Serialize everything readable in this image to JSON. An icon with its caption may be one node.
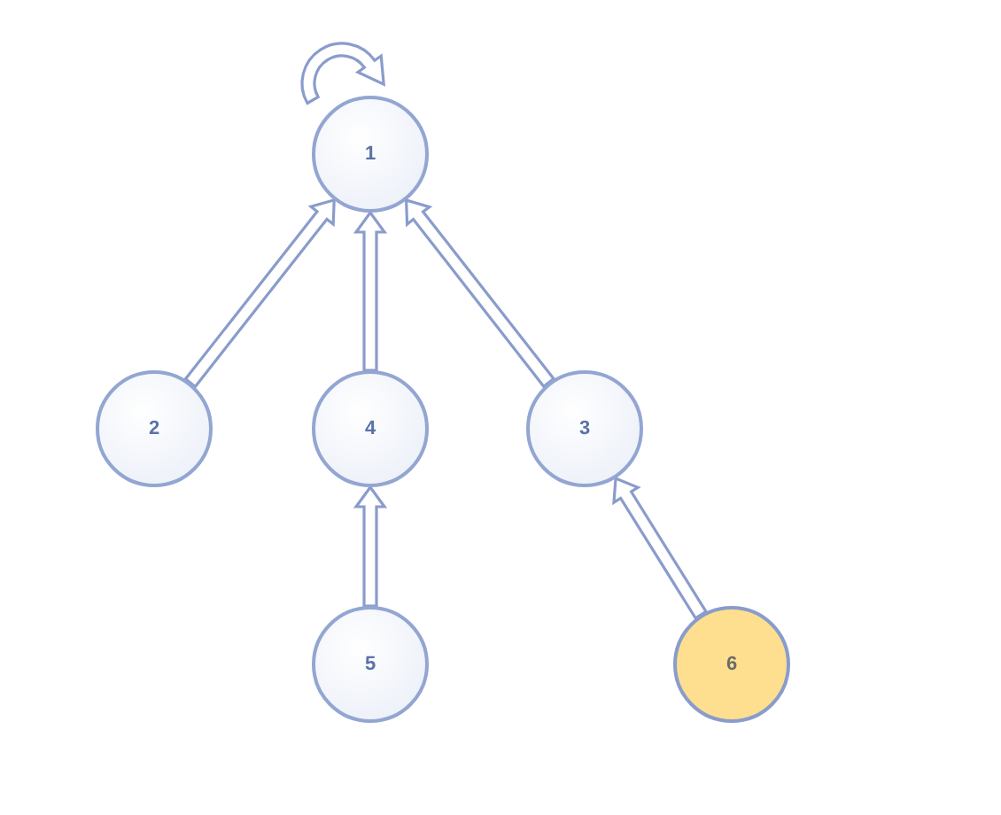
{
  "diagram": {
    "nodes": [
      {
        "text": [
          "1"
        ]
      },
      {
        "text": [
          "2"
        ]
      },
      {
        "text": [
          "4"
        ]
      },
      {
        "text": [
          "3"
        ]
      },
      {
        "text": [
          "5"
        ]
      },
      {
        "text": [
          "6"
        ]
      }
    ],
    "edges": [
      {
        "from": 0,
        "to": 0,
        "arrow": "to"
      },
      {
        "from": 1,
        "to": 0,
        "arrow": "to"
      },
      {
        "from": 2,
        "to": 0,
        "arrow": "to"
      },
      {
        "from": 3,
        "to": 0,
        "arrow": "to"
      },
      {
        "from": 4,
        "to": 2,
        "arrow": "to"
      },
      {
        "from": 5,
        "to": 3,
        "arrow": "to"
      }
    ]
  }
}
